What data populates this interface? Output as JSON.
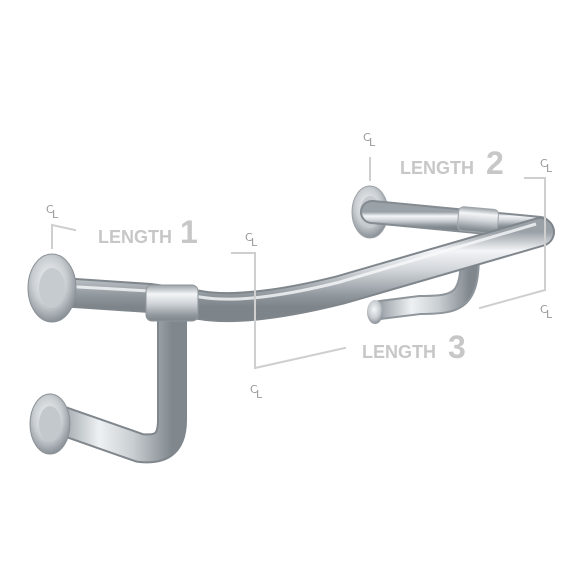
{
  "labels": {
    "length1": {
      "word": "LENGTH",
      "num": "1"
    },
    "length2": {
      "word": "LENGTH",
      "num": "2"
    },
    "length3": {
      "word": "LENGTH",
      "num": "3"
    }
  },
  "centerline_symbol": "C",
  "centerline_sub": "L",
  "colors": {
    "steel_light": "#f4f6f8",
    "steel_mid": "#c3c8cd",
    "steel_dark": "#8e959b",
    "dimension_line": "#cfcfcf",
    "label_text": "#c7c7c7"
  }
}
